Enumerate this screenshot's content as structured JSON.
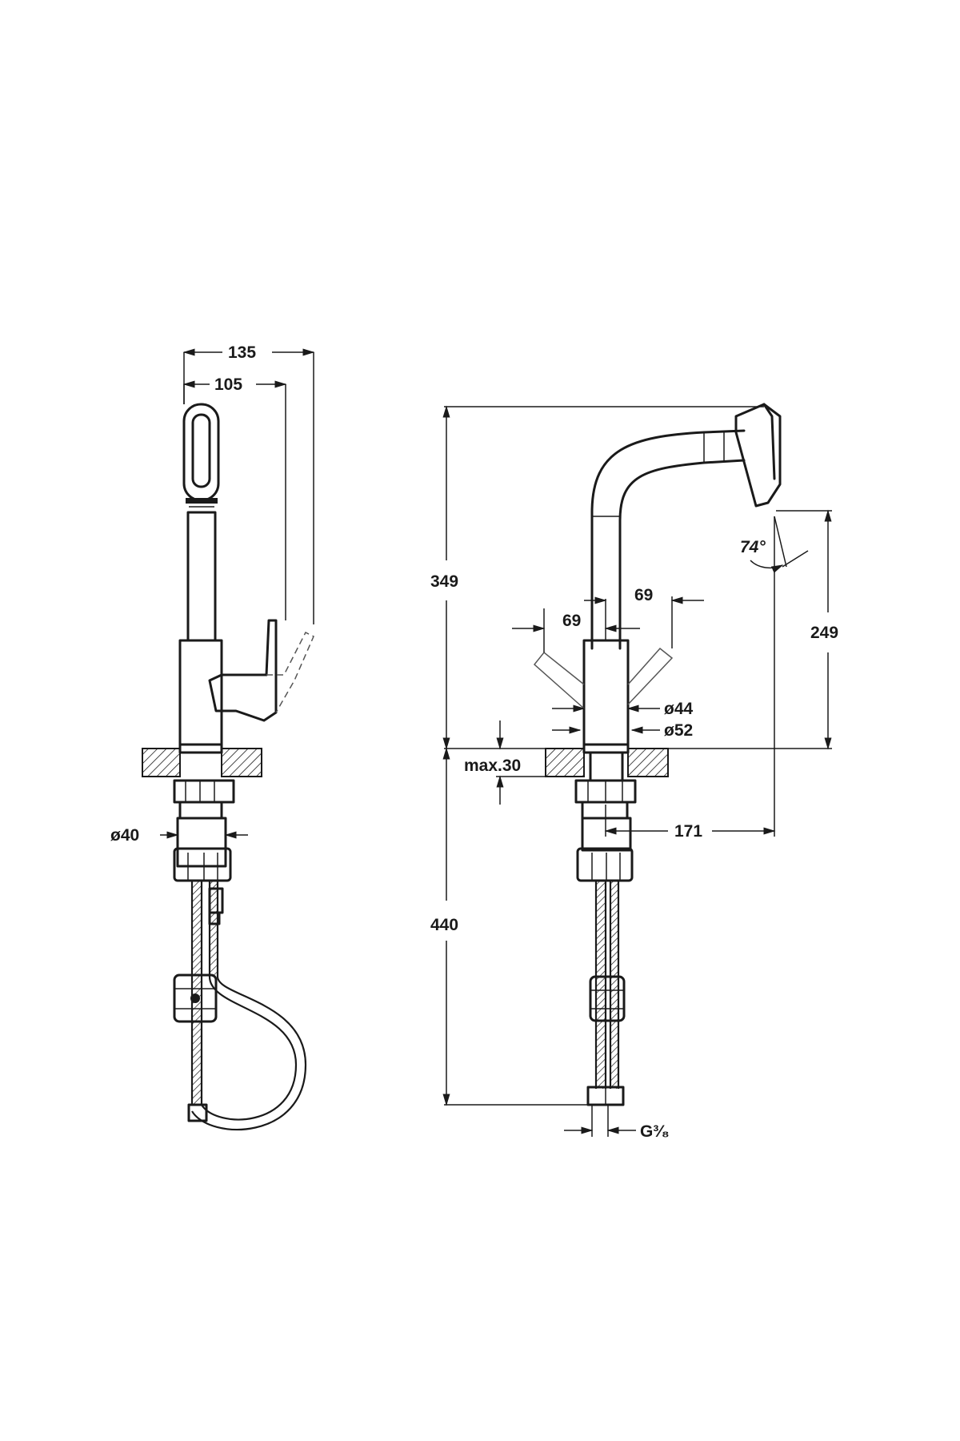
{
  "drawing": {
    "front_view": {
      "dim_overall_width": "135",
      "dim_spout_reach": "105",
      "dim_base_diameter": "ø40"
    },
    "side_view": {
      "dim_total_height": "349",
      "dim_spout_height": "249",
      "dim_handle_swing_left": "69",
      "dim_handle_swing_right": "69",
      "dim_body_diameter": "ø44",
      "dim_base_diameter": "ø52",
      "dim_max_deck": "max.30",
      "dim_spout_projection": "171",
      "dim_hose_length": "440",
      "dim_thread": "G³⁄₈",
      "dim_spray_angle": "74°"
    }
  }
}
